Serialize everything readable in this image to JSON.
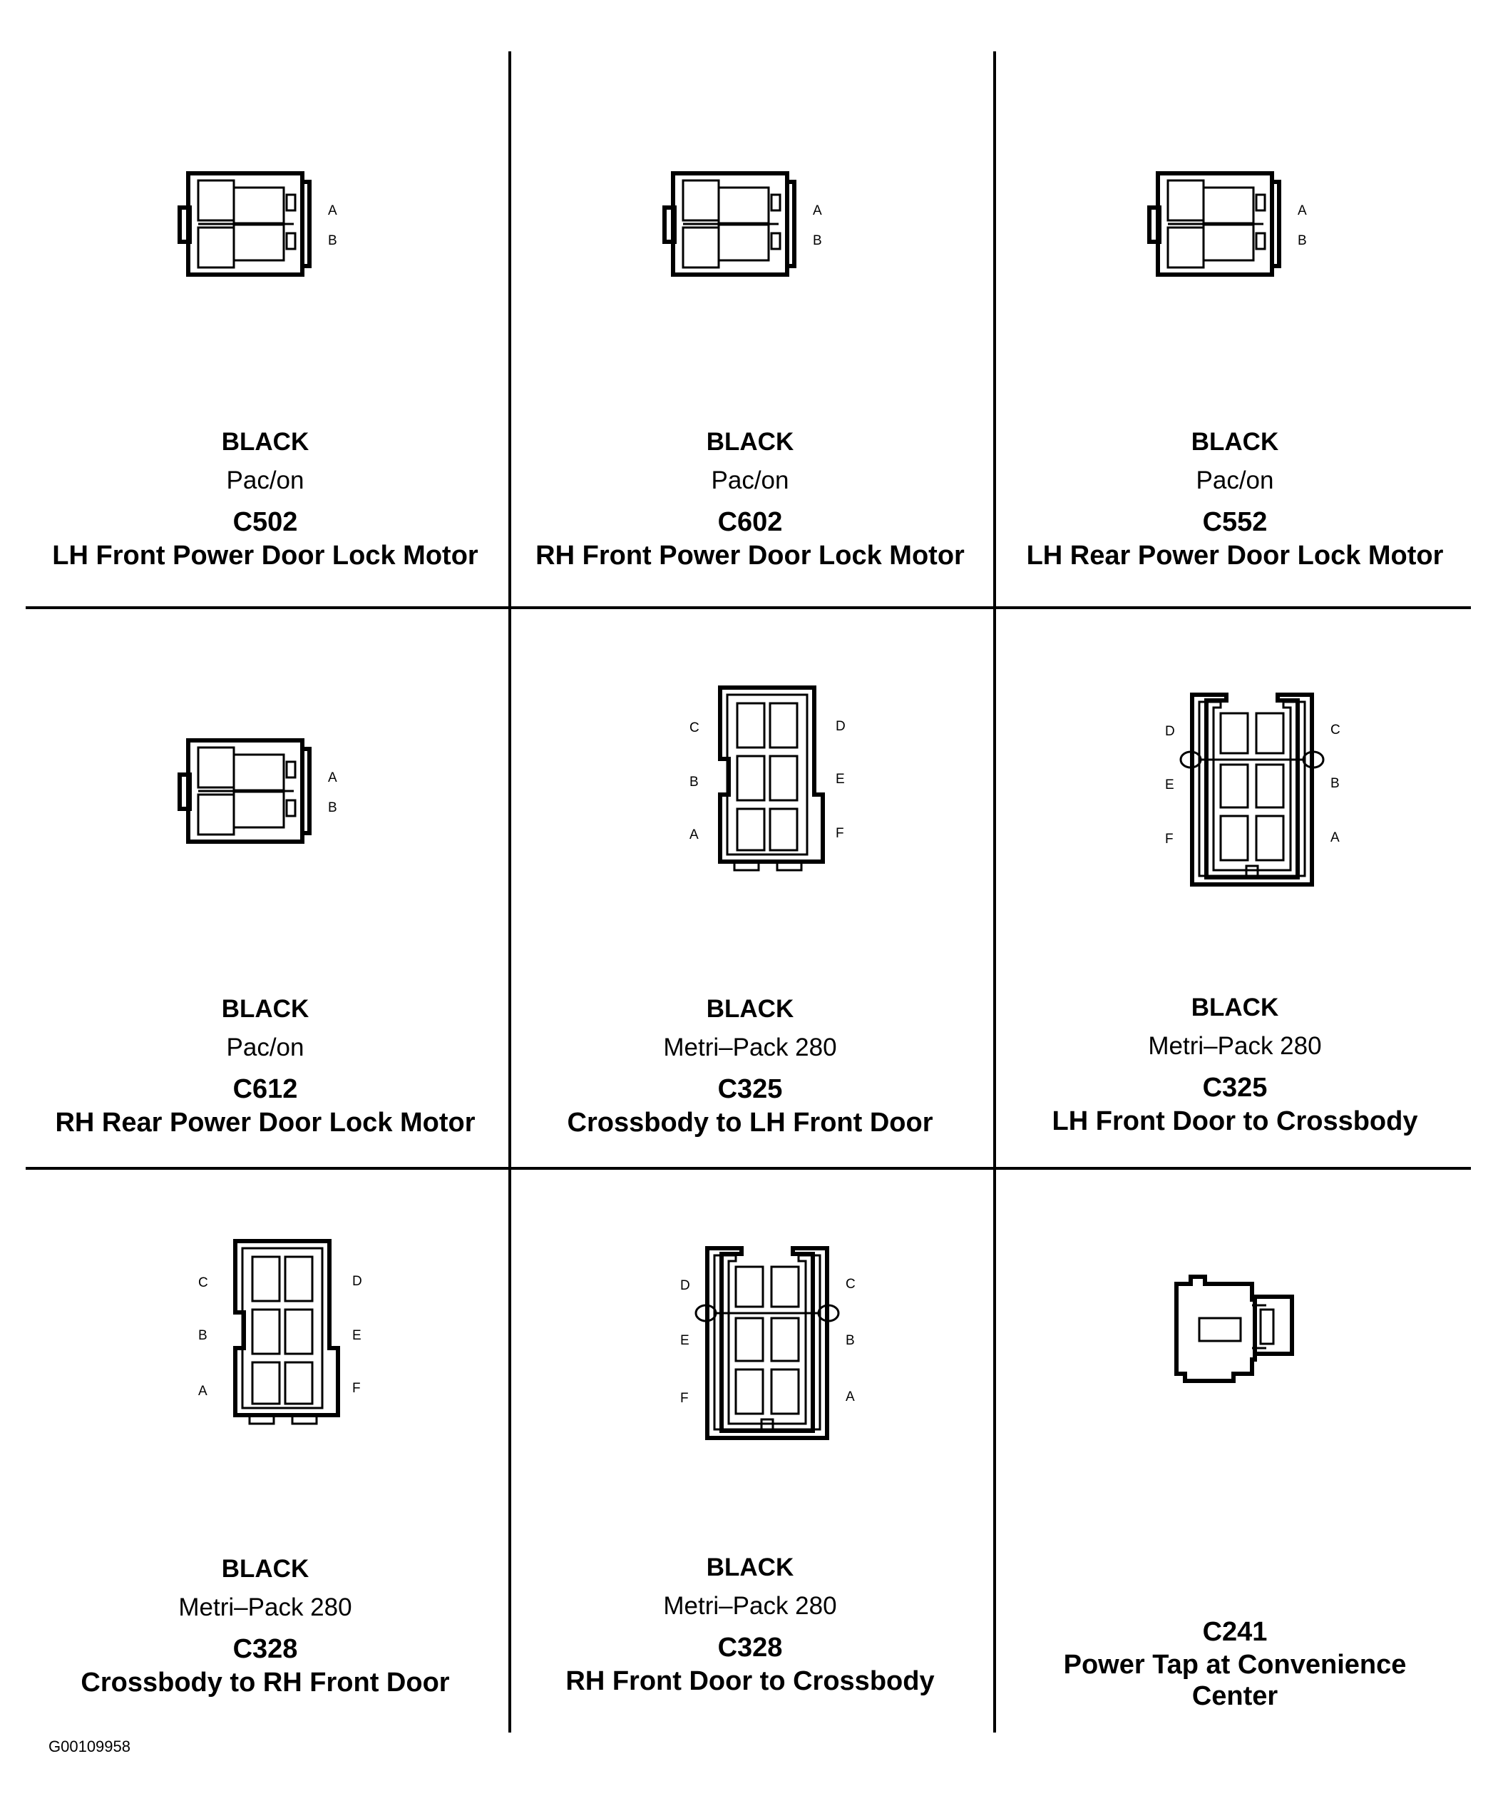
{
  "connectors": [
    {
      "id": "c502",
      "type": "pacon2",
      "color": "BLACK",
      "family": "Pac/on",
      "number": "C502",
      "description": "LH Front Power Door Lock Motor",
      "pins": [
        "A",
        "B"
      ]
    },
    {
      "id": "c602",
      "type": "pacon2",
      "color": "BLACK",
      "family": "Pac/on",
      "number": "C602",
      "description": "RH Front Power Door Lock Motor",
      "pins": [
        "A",
        "B"
      ]
    },
    {
      "id": "c552",
      "type": "pacon2",
      "color": "BLACK",
      "family": "Pac/on",
      "number": "C552",
      "description": "LH Rear Power Door Lock Motor",
      "pins": [
        "A",
        "B"
      ]
    },
    {
      "id": "c612",
      "type": "pacon2",
      "color": "BLACK",
      "family": "Pac/on",
      "number": "C612",
      "description": "RH Rear Power Door Lock Motor",
      "pins": [
        "A",
        "B"
      ]
    },
    {
      "id": "c325-crossbody",
      "type": "mp280-female",
      "color": "BLACK",
      "family": "Metri–Pack 280",
      "number": "C325",
      "description": "Crossbody to LH Front Door",
      "pins": [
        "C",
        "B",
        "A",
        "D",
        "E",
        "F"
      ]
    },
    {
      "id": "c325-door",
      "type": "mp280-male",
      "color": "BLACK",
      "family": "Metri–Pack 280",
      "number": "C325",
      "description": "LH Front Door to Crossbody",
      "pins": [
        "D",
        "E",
        "F",
        "C",
        "B",
        "A"
      ]
    },
    {
      "id": "c328-crossbody",
      "type": "mp280-female",
      "color": "BLACK",
      "family": "Metri–Pack 280",
      "number": "C328",
      "description": "Crossbody to RH Front Door",
      "pins": [
        "C",
        "B",
        "A",
        "D",
        "E",
        "F"
      ]
    },
    {
      "id": "c328-door",
      "type": "mp280-male",
      "color": "BLACK",
      "family": "Metri–Pack 280",
      "number": "C328",
      "description": "RH Front Door to Crossbody",
      "pins": [
        "D",
        "E",
        "F",
        "C",
        "B",
        "A"
      ]
    },
    {
      "id": "c241",
      "type": "tap",
      "color": "",
      "family": "",
      "number": "C241",
      "description": "Power Tap at Convenience Center",
      "pins": []
    }
  ],
  "footer_code": "G00109958"
}
